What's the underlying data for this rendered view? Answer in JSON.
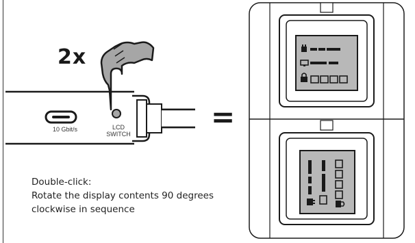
{
  "diagram": {
    "repeat_count": "2x",
    "port_label": "10 Gbit/s",
    "switch_label_line1": "LCD",
    "switch_label_line2": "SWITCH",
    "equals": "=",
    "instruction": {
      "line1": "Double-click:",
      "line2": "Rotate the display contents 90 degrees",
      "line3": "clockwise in sequence"
    }
  },
  "colors": {
    "outline": "#1a1a1a",
    "hand_fill": "#a6a6a6",
    "lcd_bg": "#b8b8b8",
    "panel_bg": "#ffffff"
  },
  "icons": [
    "hand-pointer-icon",
    "usb-c-port-icon",
    "cable-plug-icon",
    "power-plug-icon",
    "monitor-icon",
    "lock-icon",
    "drive-icon"
  ]
}
